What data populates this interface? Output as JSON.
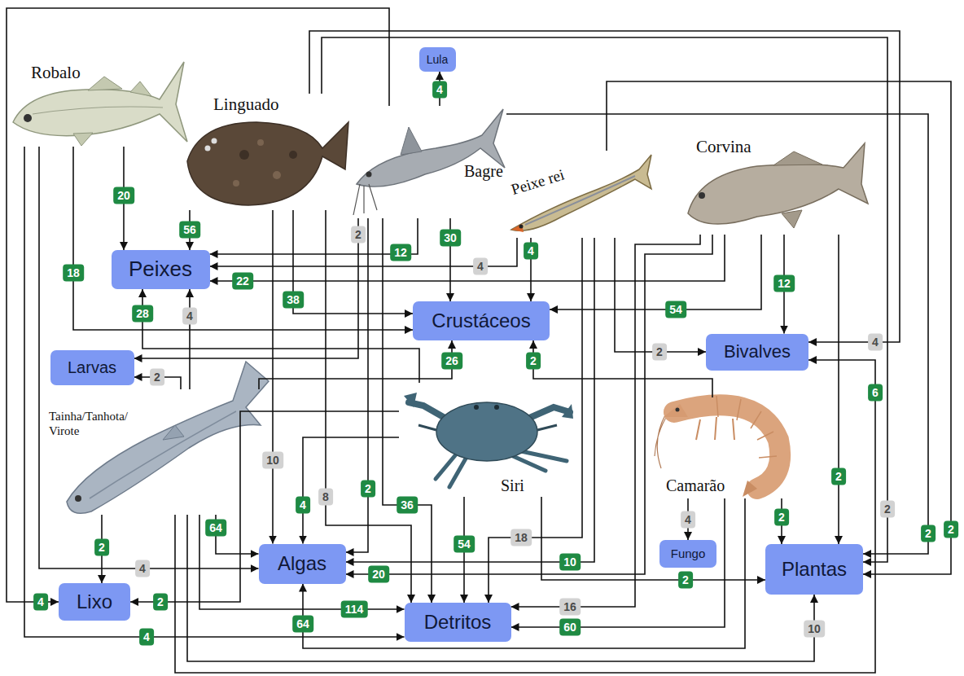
{
  "diagram": {
    "nodes": [
      {
        "text": [
          "Robalo"
        ]
      },
      {
        "text": [
          "Linguado"
        ]
      },
      {
        "text": [
          "Lula"
        ]
      },
      {
        "text": [
          "Bagre"
        ]
      },
      {
        "text": [
          "Peixe rei"
        ]
      },
      {
        "text": [
          "Corvina"
        ]
      },
      {
        "text": [
          "Peixes"
        ]
      },
      {
        "text": [
          "Crustáceos"
        ]
      },
      {
        "text": [
          "Bivalves"
        ]
      },
      {
        "text": [
          "Larvas"
        ]
      },
      {
        "text": [
          "Tainha/Tanhota/ Virote"
        ]
      },
      {
        "text": [
          "Siri"
        ]
      },
      {
        "text": [
          "Camarão"
        ]
      },
      {
        "text": [
          "Algas"
        ]
      },
      {
        "text": [
          "Fungo"
        ]
      },
      {
        "text": [
          "Lixo"
        ]
      },
      {
        "text": [
          "Detritos"
        ]
      },
      {
        "text": [
          "Plantas"
        ]
      }
    ],
    "edges": [
      {
        "from": 0,
        "to": 6,
        "arrow": "to",
        "label": "20"
      },
      {
        "from": 0,
        "to": 7,
        "arrow": "to",
        "label": "18"
      },
      {
        "from": 0,
        "to": 13,
        "arrow": "to",
        "label": "4"
      },
      {
        "from": 0,
        "to": 16,
        "arrow": "to",
        "label": "4"
      },
      {
        "from": 1,
        "to": 6,
        "arrow": "to",
        "label": "56"
      },
      {
        "from": 1,
        "to": 7,
        "arrow": "to",
        "label": "38"
      },
      {
        "from": 1,
        "to": 13,
        "arrow": "to",
        "label": "10"
      },
      {
        "from": 1,
        "to": 16,
        "arrow": "to",
        "label": "8"
      },
      {
        "from": 1,
        "to": 8,
        "arrow": "to",
        "label": "4"
      },
      {
        "from": 1,
        "to": 17,
        "arrow": "to",
        "label": "2"
      },
      {
        "from": 3,
        "to": 2,
        "arrow": "to",
        "label": "4"
      },
      {
        "from": 3,
        "to": 7,
        "arrow": "to",
        "label": "30"
      },
      {
        "from": 3,
        "to": 6,
        "arrow": "to",
        "label": "12"
      },
      {
        "from": 3,
        "to": 9,
        "arrow": "to",
        "label": "2"
      },
      {
        "from": 3,
        "to": 13,
        "arrow": "to",
        "label": "2"
      },
      {
        "from": 3,
        "to": 16,
        "arrow": "to",
        "label": "36"
      },
      {
        "from": 3,
        "to": 17,
        "arrow": "to",
        "label": "2"
      },
      {
        "from": 3,
        "to": 15,
        "arrow": "to",
        "label": "4"
      },
      {
        "from": 4,
        "to": 6,
        "arrow": "to",
        "label": "4"
      },
      {
        "from": 4,
        "to": 7,
        "arrow": "to",
        "label": "4"
      },
      {
        "from": 4,
        "to": 8,
        "arrow": "to",
        "label": "2"
      },
      {
        "from": 4,
        "to": 13,
        "arrow": "to",
        "label": "10"
      },
      {
        "from": 4,
        "to": 16,
        "arrow": "to",
        "label": "18"
      },
      {
        "from": 4,
        "to": 17,
        "arrow": "to",
        "label": "2"
      },
      {
        "from": 5,
        "to": 8,
        "arrow": "to",
        "label": "12"
      },
      {
        "from": 5,
        "to": 7,
        "arrow": "to",
        "label": "54"
      },
      {
        "from": 5,
        "to": 6,
        "arrow": "to",
        "label": "22"
      },
      {
        "from": 5,
        "to": 13,
        "arrow": "to",
        "label": "20"
      },
      {
        "from": 5,
        "to": 16,
        "arrow": "to",
        "label": "16"
      },
      {
        "from": 5,
        "to": 17,
        "arrow": "to",
        "label": "2"
      },
      {
        "from": 10,
        "to": 6,
        "arrow": "to",
        "label": "4"
      },
      {
        "from": 10,
        "to": 9,
        "arrow": "to",
        "label": "2"
      },
      {
        "from": 10,
        "to": 15,
        "arrow": "to",
        "label": "2"
      },
      {
        "from": 10,
        "to": 13,
        "arrow": "to",
        "label": "64"
      },
      {
        "from": 10,
        "to": 16,
        "arrow": "to",
        "label": "114"
      },
      {
        "from": 10,
        "to": 17,
        "arrow": "to",
        "label": "10"
      },
      {
        "from": 10,
        "to": 8,
        "arrow": "to",
        "label": "6"
      },
      {
        "from": 10,
        "to": 7,
        "arrow": "to",
        "label": "26"
      },
      {
        "from": 11,
        "to": 6,
        "arrow": "to",
        "label": "28"
      },
      {
        "from": 11,
        "to": 13,
        "arrow": "to",
        "label": "4"
      },
      {
        "from": 11,
        "to": 15,
        "arrow": "to",
        "label": "2"
      },
      {
        "from": 11,
        "to": 16,
        "arrow": "to",
        "label": "54"
      },
      {
        "from": 11,
        "to": 17,
        "arrow": "to",
        "label": "2"
      },
      {
        "from": 12,
        "to": 7,
        "arrow": "to",
        "label": "2"
      },
      {
        "from": 12,
        "to": 14,
        "arrow": "to",
        "label": "4"
      },
      {
        "from": 12,
        "to": 17,
        "arrow": "to",
        "label": "2"
      },
      {
        "from": 12,
        "to": 16,
        "arrow": "to",
        "label": "60"
      },
      {
        "from": 12,
        "to": 13,
        "arrow": "to",
        "label": "64"
      }
    ]
  }
}
